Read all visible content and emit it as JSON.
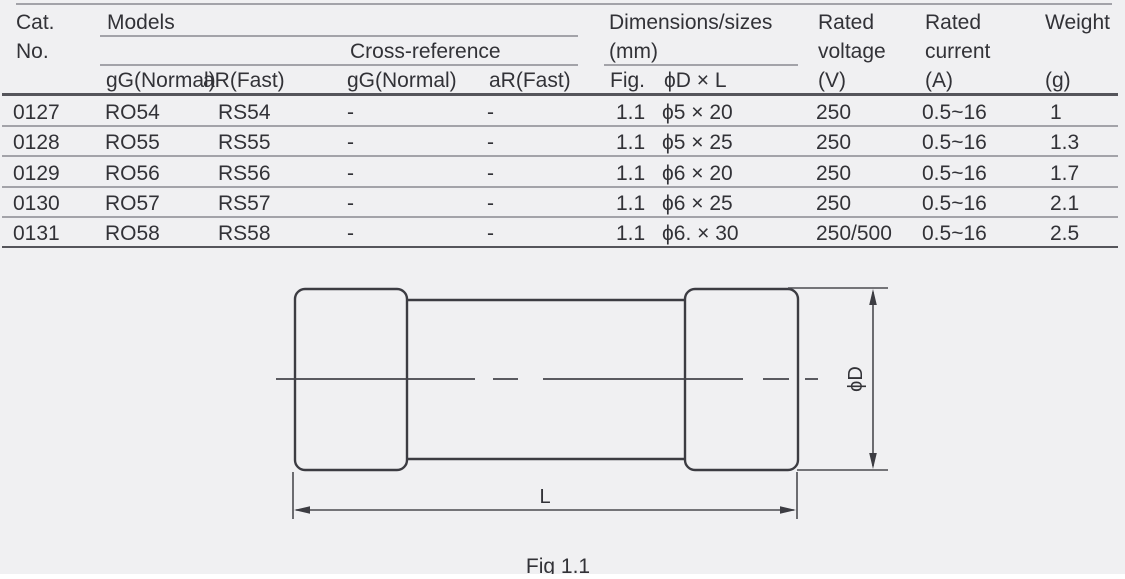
{
  "table": {
    "header": {
      "cat_line1": "Cat.",
      "cat_line2": "No.",
      "models": "Models",
      "cross_reference": "Cross-reference",
      "gg_normal": "gG(Normal)",
      "ar_fast": "aR(Fast)",
      "dims_line1": "Dimensions/sizes",
      "dims_line2": "(mm)",
      "fig": "Fig.",
      "dxl": "ϕD × L",
      "rated": "Rated",
      "voltage": "voltage",
      "voltage_unit": "(V)",
      "current": "current",
      "current_unit": "(A)",
      "weight": "Weight",
      "weight_unit": "(g)"
    },
    "rows": [
      {
        "cat": "0127",
        "model_gg": "RO54",
        "model_ar": "RS54",
        "xref_gg": "-",
        "xref_ar": "-",
        "fig": "1.1",
        "dxl": "ϕ5 × 20",
        "voltage": "250",
        "current": "0.5~16",
        "weight": "1"
      },
      {
        "cat": "0128",
        "model_gg": "RO55",
        "model_ar": "RS55",
        "xref_gg": "-",
        "xref_ar": "-",
        "fig": "1.1",
        "dxl": "ϕ5 × 25",
        "voltage": "250",
        "current": "0.5~16",
        "weight": "1.3"
      },
      {
        "cat": "0129",
        "model_gg": "RO56",
        "model_ar": "RS56",
        "xref_gg": "-",
        "xref_ar": "-",
        "fig": "1.1",
        "dxl": "ϕ6 × 20",
        "voltage": "250",
        "current": "0.5~16",
        "weight": "1.7"
      },
      {
        "cat": "0130",
        "model_gg": "RO57",
        "model_ar": "RS57",
        "xref_gg": "-",
        "xref_ar": "-",
        "fig": "1.1",
        "dxl": "ϕ6 × 25",
        "voltage": "250",
        "current": "0.5~16",
        "weight": "2.1"
      },
      {
        "cat": "0131",
        "model_gg": "RO58",
        "model_ar": "RS58",
        "xref_gg": "-",
        "xref_ar": "-",
        "fig": "1.1",
        "dxl": "ϕ6. × 30",
        "voltage": "250/500",
        "current": "0.5~16",
        "weight": "2.5"
      }
    ]
  },
  "diagram": {
    "phi_d_label": "ϕD",
    "l_label": "L",
    "caption": "Fig 1.1"
  },
  "colors": {
    "background": "#f0f0f2",
    "text": "#323237",
    "thin_line": "#a3a3a9",
    "strong_line": "#55555b",
    "drawing_stroke": "#3c3c42"
  }
}
